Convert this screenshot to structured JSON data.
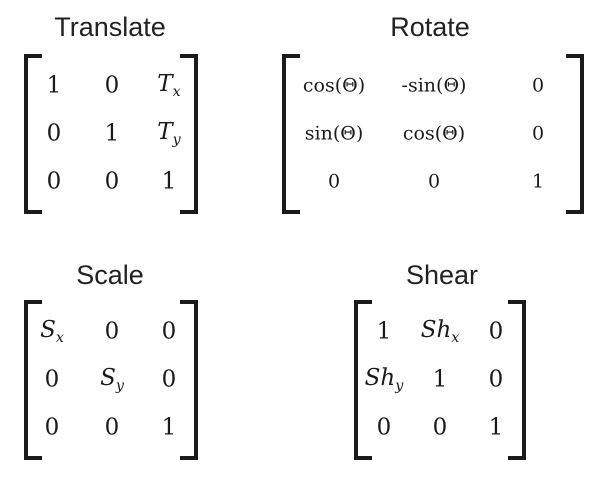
{
  "translate": {
    "title": "Translate",
    "rows": [
      [
        "1",
        "0",
        "T_x"
      ],
      [
        "0",
        "1",
        "T_y"
      ],
      [
        "0",
        "0",
        "1"
      ]
    ]
  },
  "rotate": {
    "title": "Rotate",
    "rows": [
      [
        "cos(Θ)",
        "-sin(Θ)",
        "0"
      ],
      [
        "sin(Θ)",
        "cos(Θ)",
        "0"
      ],
      [
        "0",
        "0",
        "1"
      ]
    ]
  },
  "scale": {
    "title": "Scale",
    "rows": [
      [
        "S_x",
        "0",
        "0"
      ],
      [
        "0",
        "S_y",
        "0"
      ],
      [
        "0",
        "0",
        "1"
      ]
    ]
  },
  "shear": {
    "title": "Shear",
    "rows": [
      [
        "1",
        "Sh_x",
        "0"
      ],
      [
        "Sh_y",
        "1",
        "0"
      ],
      [
        "0",
        "0",
        "1"
      ]
    ]
  }
}
